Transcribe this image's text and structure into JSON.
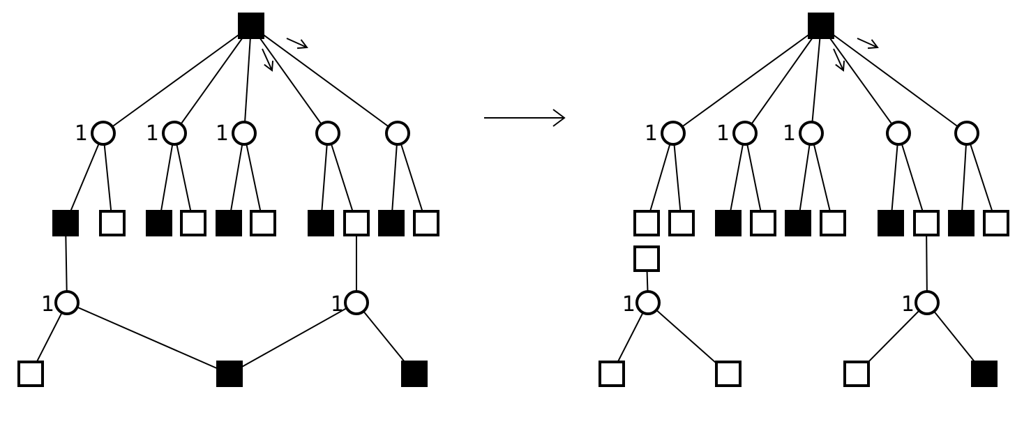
{
  "colors": {
    "stroke": "#000000",
    "filled": "#000000",
    "empty": "#ffffff",
    "background": "#ffffff"
  },
  "left": {
    "root": {
      "shape": "square",
      "filled": true
    },
    "circles": [
      {
        "label": "1"
      },
      {
        "label": "1"
      },
      {
        "label": "1"
      },
      {
        "label": ""
      },
      {
        "label": ""
      }
    ],
    "leaves": [
      {
        "filled": true
      },
      {
        "filled": false
      },
      {
        "filled": true
      },
      {
        "filled": false
      },
      {
        "filled": true
      },
      {
        "filled": false
      },
      {
        "filled": true
      },
      {
        "filled": false
      },
      {
        "filled": true
      },
      {
        "filled": false
      }
    ],
    "lower_circles": [
      {
        "label": "1"
      },
      {
        "label": "1"
      }
    ],
    "bottom_squares": [
      {
        "filled": false
      },
      {
        "filled": true
      },
      {
        "filled": true
      }
    ]
  },
  "right": {
    "root": {
      "shape": "square",
      "filled": true
    },
    "circles": [
      {
        "label": "1"
      },
      {
        "label": "1"
      },
      {
        "label": "1"
      },
      {
        "label": ""
      },
      {
        "label": ""
      }
    ],
    "leaves": [
      {
        "filled": false
      },
      {
        "filled": false
      },
      {
        "filled": true
      },
      {
        "filled": false
      },
      {
        "filled": true
      },
      {
        "filled": false
      },
      {
        "filled": true
      },
      {
        "filled": false
      },
      {
        "filled": true
      },
      {
        "filled": false
      }
    ],
    "extra_square": {
      "filled": false
    },
    "lower_circles": [
      {
        "label": "1"
      },
      {
        "label": "1"
      }
    ],
    "bottom_squares": [
      {
        "filled": false
      },
      {
        "filled": false
      },
      {
        "filled": false
      },
      {
        "filled": true
      }
    ]
  },
  "transition": {
    "icon": "arrow-right-icon"
  }
}
